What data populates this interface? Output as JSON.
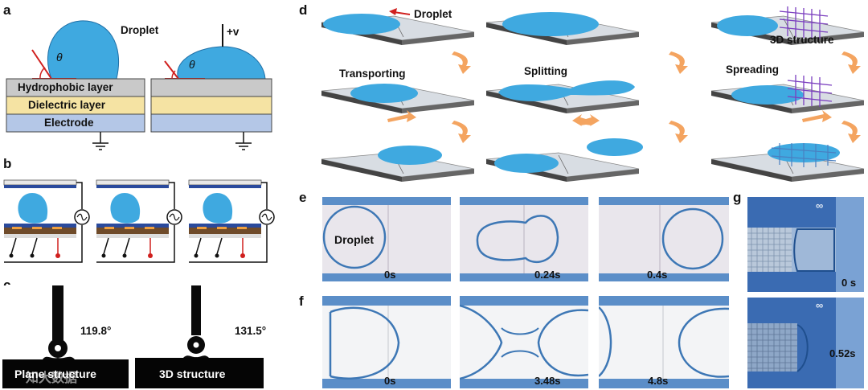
{
  "panels": {
    "a": {
      "label": "a",
      "droplet": "Droplet",
      "theta": "θ",
      "voltage": "+v",
      "layers": [
        "Hydrophobic layer",
        "Dielectric layer",
        "Electrode"
      ]
    },
    "b": {
      "label": "b"
    },
    "c": {
      "label": "c",
      "angle_plane": "119.8°",
      "angle_3d": "131.5°",
      "caption_plane": "Plane structure",
      "caption_3d": "3D structure"
    },
    "d": {
      "label": "d",
      "droplet": "Droplet",
      "structure": "3D structure",
      "transport": "Transporting",
      "split": "Splitting",
      "spread": "Spreading"
    },
    "e": {
      "label": "e",
      "droplet": "Droplet",
      "times": [
        "0s",
        "0.24s",
        "0.4s"
      ]
    },
    "f": {
      "label": "f",
      "times": [
        "0s",
        "3.48s",
        "4.8s"
      ]
    },
    "g": {
      "label": "g",
      "times": [
        "0 s",
        "0.52s"
      ],
      "mark": "∞"
    }
  },
  "colors": {
    "droplet": "#3fa9e0",
    "hydrophobic": "#c9c9c9",
    "dielectric": "#f5e3a3",
    "electrode": "#b4c7e7",
    "arrow": "#f4a460",
    "grid": "#7b3fbf",
    "photoblue": "#3d77b5"
  },
  "watermark": "知大数据"
}
